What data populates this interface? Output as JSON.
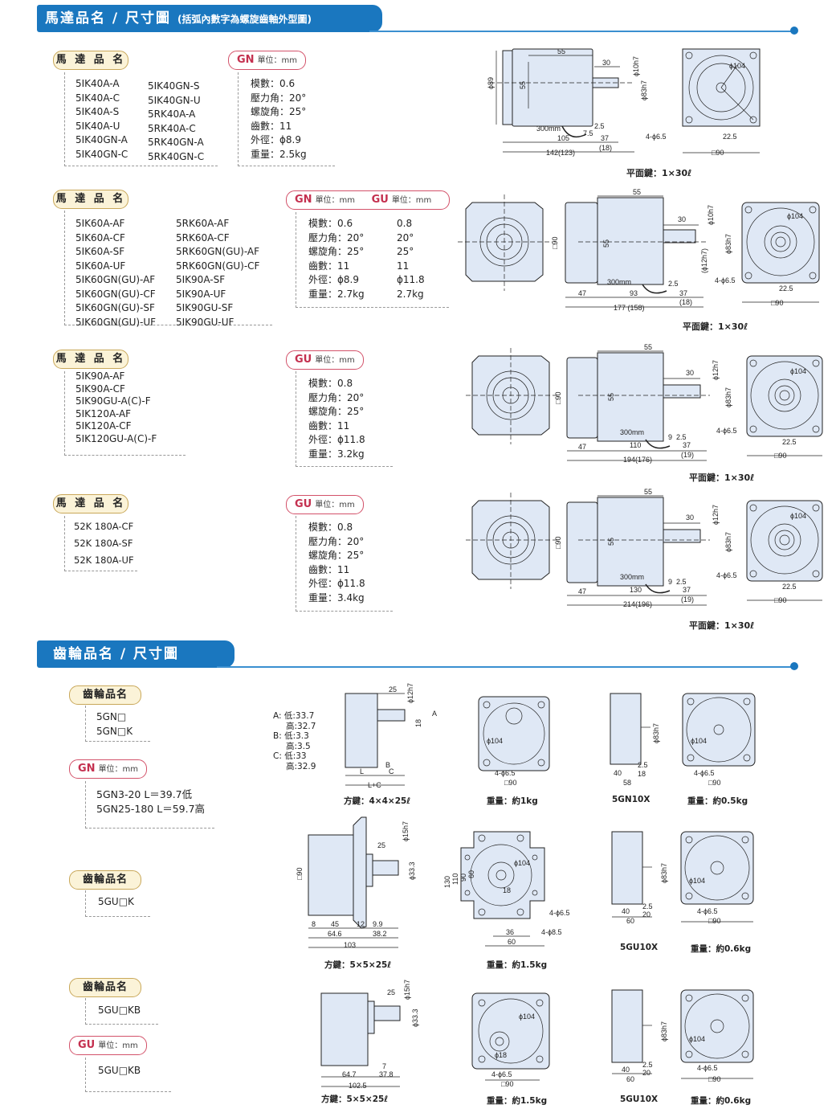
{
  "section1": {
    "title": "馬達品名 / 尺寸圖",
    "subtitle": "(括弧內數字為螺旋齒軸外型圖)"
  },
  "section2": {
    "title": "齒輪品名 / 尺寸圖"
  },
  "labels": {
    "motor_name": "馬 達 品 名",
    "gear_name": "齒輪品名",
    "unit_mm": "單位：mm",
    "flat_key": "平面鍵：1×30ℓ"
  },
  "row1": {
    "col1": [
      "5IK40A-A",
      "5IK40A-C",
      "5IK40A-S",
      "5IK40A-U",
      "5IK40GN-A",
      "5IK40GN-C"
    ],
    "col2": [
      "5IK40GN-S",
      "5IK40GN-U",
      "5RK40A-A",
      "5RK40A-C",
      "5RK40GN-A",
      "5RK40GN-C"
    ],
    "spec_type": "GN",
    "specs": [
      "模數：0.6",
      "壓力角：20°",
      "螺旋角：25°",
      "齒數：11",
      "外徑：ϕ8.9",
      "重量：2.5kg"
    ],
    "dims": {
      "d1": "55",
      "d2": "30",
      "d3": "ϕ89",
      "d4": "55",
      "d5": "ϕ10h7",
      "d6": "ϕ83h7",
      "d7": "300mm",
      "d8": "105",
      "d9": "2.5",
      "d10": "37",
      "d11": "142(123)",
      "d12": "(18)",
      "d13": "4-ϕ6.5",
      "d14": "22.5",
      "d15": "□90",
      "d16": "ϕ104",
      "d17": "7.5"
    }
  },
  "row2": {
    "col1": [
      "5IK60A-AF",
      "5IK60A-CF",
      "5IK60A-SF",
      "5IK60A-UF",
      "5IK60GN(GU)-AF",
      "5IK60GN(GU)-CF",
      "5IK60GN(GU)-SF",
      "5IK60GN(GU)-UF"
    ],
    "col2": [
      "5RK60A-AF",
      "5RK60A-CF",
      "5RK60GN(GU)-AF",
      "5RK60GN(GU)-CF",
      "5IK90A-SF",
      "5IK90A-UF",
      "5IK90GU-SF",
      "5IK90GU-UF"
    ],
    "spec_type_a": "GN",
    "spec_type_b": "GU",
    "spec_labels": [
      "模數：0.6",
      "壓力角：20°",
      "螺旋角：25°",
      "齒數：11",
      "外徑：ϕ8.9",
      "重量：2.7kg"
    ],
    "spec_b": [
      "0.8",
      "20°",
      "25°",
      "11",
      "ϕ11.8",
      "2.7kg"
    ],
    "dims": {
      "d1": "55",
      "d2": "30",
      "d3": "□90",
      "d4": "55",
      "d5": "ϕ10h7",
      "d6": "ϕ83h7",
      "d7": "300mm",
      "d8": "93",
      "d9": "2.5",
      "d10": "37",
      "d11": "177 (158)",
      "d12": "(18)",
      "d13": "4-ϕ6.5",
      "d14": "22.5",
      "d15": "□90",
      "d16": "ϕ104",
      "d17": "47",
      "d18": "(ϕ12h7)"
    }
  },
  "row3": {
    "col1": [
      "5IK90A-AF",
      "5IK90A-CF",
      "5IK90GU-A(C)-F",
      "5IK120A-AF",
      "5IK120A-CF",
      "5IK120GU-A(C)-F"
    ],
    "spec_type": "GU",
    "specs": [
      "模數：0.8",
      "壓力角：20°",
      "螺旋角：25°",
      "齒數：11",
      "外徑：ϕ11.8",
      "重量：3.2kg"
    ],
    "dims": {
      "d1": "55",
      "d2": "30",
      "d3": "□90",
      "d4": "55",
      "d5": "ϕ12h7",
      "d6": "ϕ83h7",
      "d7": "300mm",
      "d8": "110",
      "d9": "2.5",
      "d10": "37",
      "d11": "194(176)",
      "d12": "(19)",
      "d13": "4-ϕ6.5",
      "d14": "22.5",
      "d15": "□90",
      "d16": "ϕ104",
      "d17": "47",
      "d18": "9"
    }
  },
  "row4": {
    "col1": [
      "52K 180A-CF",
      "52K 180A-SF",
      "52K 180A-UF"
    ],
    "spec_type": "GU",
    "specs": [
      "模數：0.8",
      "壓力角：20°",
      "螺旋角：25°",
      "齒數：11",
      "外徑：ϕ11.8",
      "重量：3.4kg"
    ],
    "dims": {
      "d1": "55",
      "d2": "30",
      "d3": "□90",
      "d4": "55",
      "d5": "ϕ12h7",
      "d6": "ϕ83h7",
      "d7": "300mm",
      "d8": "130",
      "d9": "2.5",
      "d10": "37",
      "d11": "214(196)",
      "d12": "(19)",
      "d13": "4-ϕ6.5",
      "d14": "22.5",
      "d15": "□90",
      "d16": "ϕ104",
      "d17": "47",
      "d18": "9"
    }
  },
  "gear1": {
    "items": [
      "5GN□",
      "5GN□K"
    ],
    "spec_type": "GN",
    "formulas": [
      "5GN3-20  L＝39.7低",
      "5GN25-180  L＝59.7高"
    ],
    "abc": [
      "A: 低:33.7",
      "高:32.7",
      "B: 低:3.3",
      "高:3.5",
      "C: 低:33",
      "高:32.9"
    ],
    "key": "方鍵：4×4×25ℓ",
    "weight1": "重量：約1kg",
    "model2": "5GN10X",
    "weight2": "重量：約0.5kg",
    "dims": {
      "d1": "25",
      "d2": "ϕ12h7",
      "d3": "A",
      "d4": "18",
      "d5": "B",
      "d6": "L",
      "d7": "C",
      "d8": "L+C",
      "d9": "ϕ104",
      "d10": "4-ϕ6.5",
      "d11": "□90",
      "d12": "ϕ83h7",
      "d13": "40",
      "d14": "2.5",
      "d15": "18",
      "d16": "58"
    }
  },
  "gear2": {
    "items": [
      "5GU□K"
    ],
    "key": "方鍵：5×5×25ℓ",
    "weight1": "重量：約1.5kg",
    "model2": "5GU10X",
    "weight2": "重量：約0.6kg",
    "dims": {
      "d1": "□90",
      "d2": "25",
      "d3": "ϕ15h7",
      "d4": "ϕ33.3",
      "d5": "8",
      "d6": "45",
      "d7": "12",
      "d8": "9.9",
      "d9": "64.6",
      "d10": "38.2",
      "d11": "103",
      "d12": "130",
      "d13": "110",
      "d14": "90",
      "d15": "60",
      "d16": "ϕ104",
      "d17": "18",
      "d18": "4-ϕ6.5",
      "d19": "4-ϕ8.5",
      "d20": "36",
      "d21": "60",
      "d22": "ϕ83h7",
      "d23": "40",
      "d24": "2.5",
      "d25": "20",
      "d26": "60",
      "d27": "□90"
    }
  },
  "gear3": {
    "items": [
      "5GU□KB"
    ],
    "spec_type": "GU",
    "items2": [
      "5GU□KB"
    ],
    "key": "方鍵：5×5×25ℓ",
    "weight1": "重量：約1.5kg",
    "model2": "5GU10X",
    "weight2": "重量：約0.6kg",
    "dims": {
      "d1": "25",
      "d2": "ϕ15h7",
      "d3": "ϕ33.3",
      "d4": "7",
      "d5": "64.7",
      "d6": "37.8",
      "d7": "102.5",
      "d8": "ϕ104",
      "d9": "ϕ18",
      "d10": "4-ϕ6.5",
      "d11": "□90",
      "d12": "ϕ83h7",
      "d13": "40",
      "d14": "2.5",
      "d15": "20",
      "d16": "60"
    }
  },
  "colors": {
    "accent": "#1a77bf",
    "drawing_fill": "#dfe8f5",
    "pill_fill": "#fbf3d8",
    "red": "#c4304f"
  }
}
